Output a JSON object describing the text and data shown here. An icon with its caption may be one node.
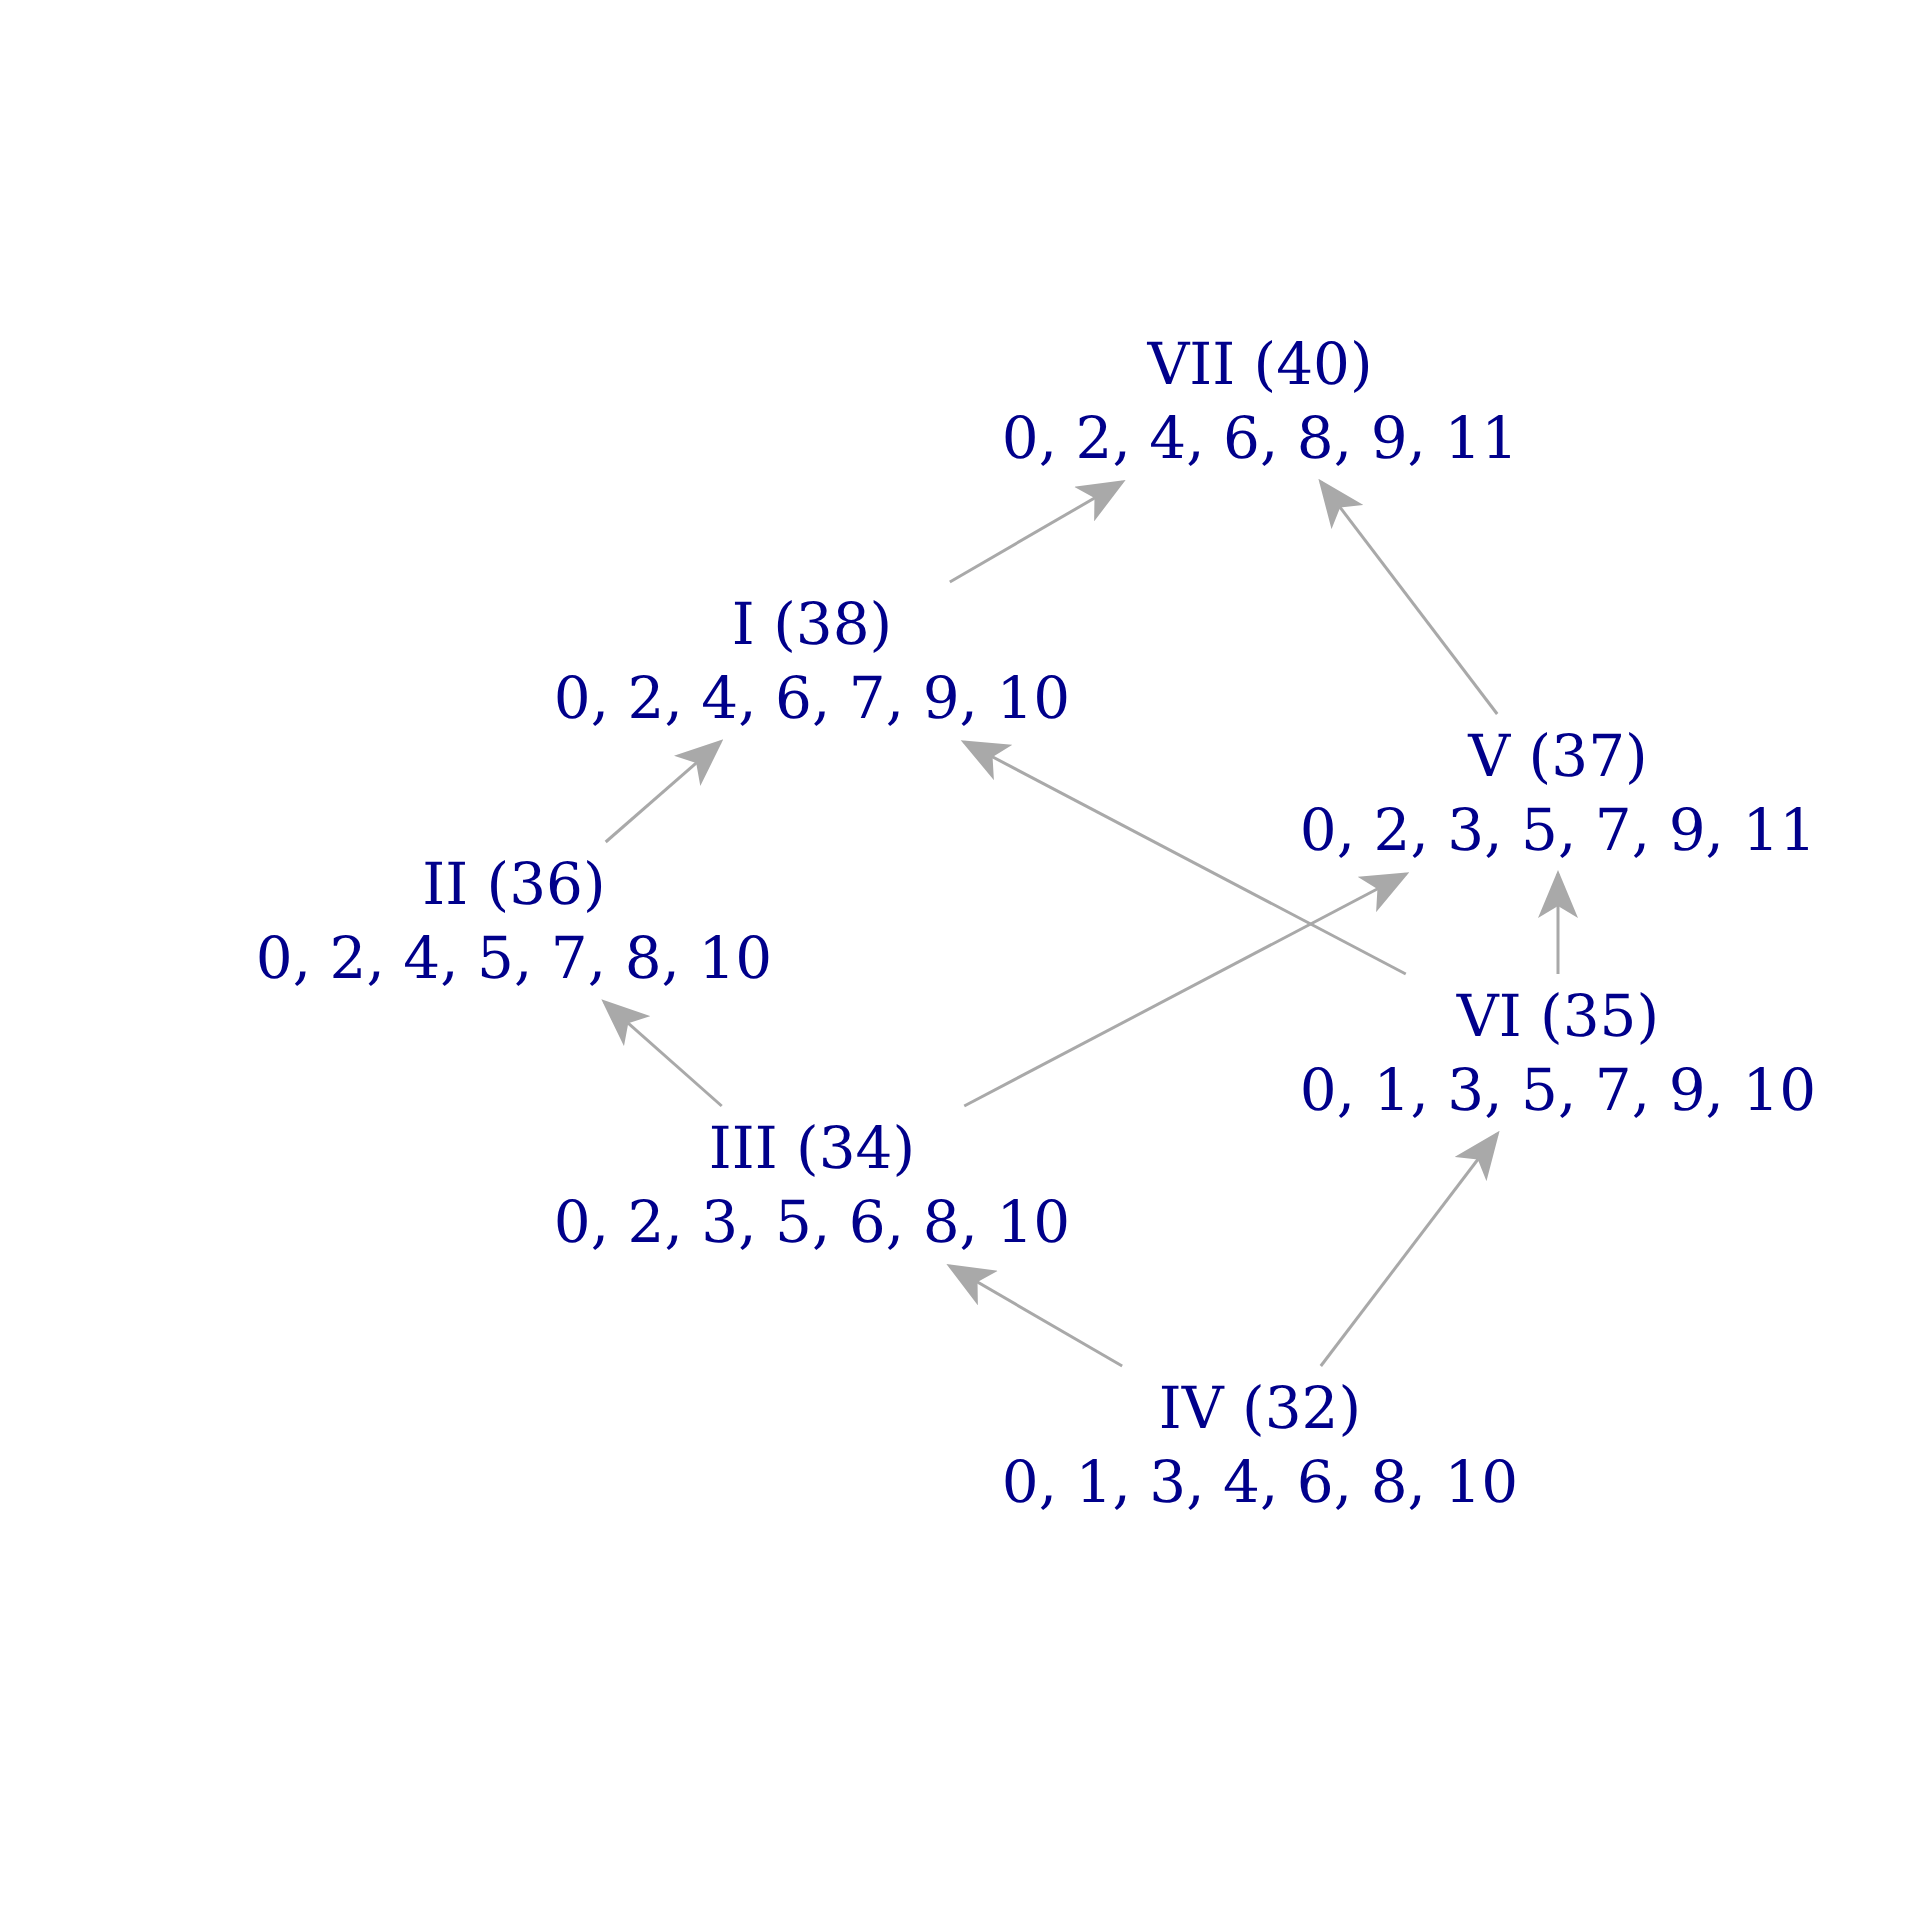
{
  "diagram": {
    "nodes": [
      {
        "text": [
          "VII (40)",
          "0, 2, 4, 6, 8, 9, 11"
        ]
      },
      {
        "text": [
          "I (38)",
          "0, 2, 4, 6, 7, 9, 10"
        ]
      },
      {
        "text": [
          "V (37)",
          "0, 2, 3, 5, 7, 9, 11"
        ]
      },
      {
        "text": [
          "II (36)",
          "0, 2, 4, 5, 7, 8, 10"
        ]
      },
      {
        "text": [
          "VI (35)",
          "0, 1, 3, 5, 7, 9, 10"
        ]
      },
      {
        "text": [
          "III (34)",
          "0, 2, 3, 5, 6, 8, 10"
        ]
      },
      {
        "text": [
          "IV (32)",
          "0, 1, 3, 4, 6, 8, 10"
        ]
      }
    ],
    "edges": [
      {
        "from": 1,
        "to": 0,
        "arrow": "to"
      },
      {
        "from": 2,
        "to": 0,
        "arrow": "to"
      },
      {
        "from": 3,
        "to": 1,
        "arrow": "to"
      },
      {
        "from": 4,
        "to": 1,
        "arrow": "to"
      },
      {
        "from": 5,
        "to": 2,
        "arrow": "to"
      },
      {
        "from": 4,
        "to": 2,
        "arrow": "to"
      },
      {
        "from": 5,
        "to": 3,
        "arrow": "to"
      },
      {
        "from": 6,
        "to": 5,
        "arrow": "to"
      },
      {
        "from": 6,
        "to": 4,
        "arrow": "to"
      }
    ]
  }
}
